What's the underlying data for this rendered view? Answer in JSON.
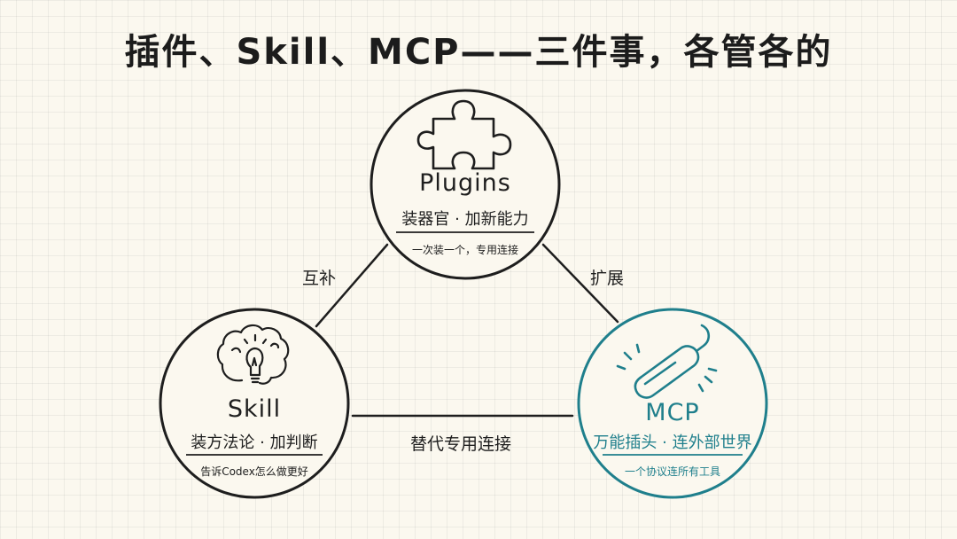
{
  "title": "插件、Skill、MCP——三件事，各管各的",
  "nodes": {
    "plugins": {
      "name": "Plugins",
      "role": "装器官 · 加新能力",
      "desc": "一次装一个，专用连接",
      "icon": "puzzle-piece-icon"
    },
    "skill": {
      "name": "Skill",
      "role": "装方法论 · 加判断",
      "desc": "告诉Codex怎么做更好",
      "icon": "brain-lightbulb-icon"
    },
    "mcp": {
      "name": "MCP",
      "role": "万能插头 · 连外部世界",
      "desc": "一个协议连所有工具",
      "icon": "usb-c-plug-icon"
    }
  },
  "edges": {
    "skill_plugins": "互补",
    "plugins_mcp": "扩展",
    "skill_mcp": "替代专用连接"
  },
  "colors": {
    "ink": "#1e1e1e",
    "accent": "#1f7f8c",
    "background": "#fbf8ef"
  }
}
